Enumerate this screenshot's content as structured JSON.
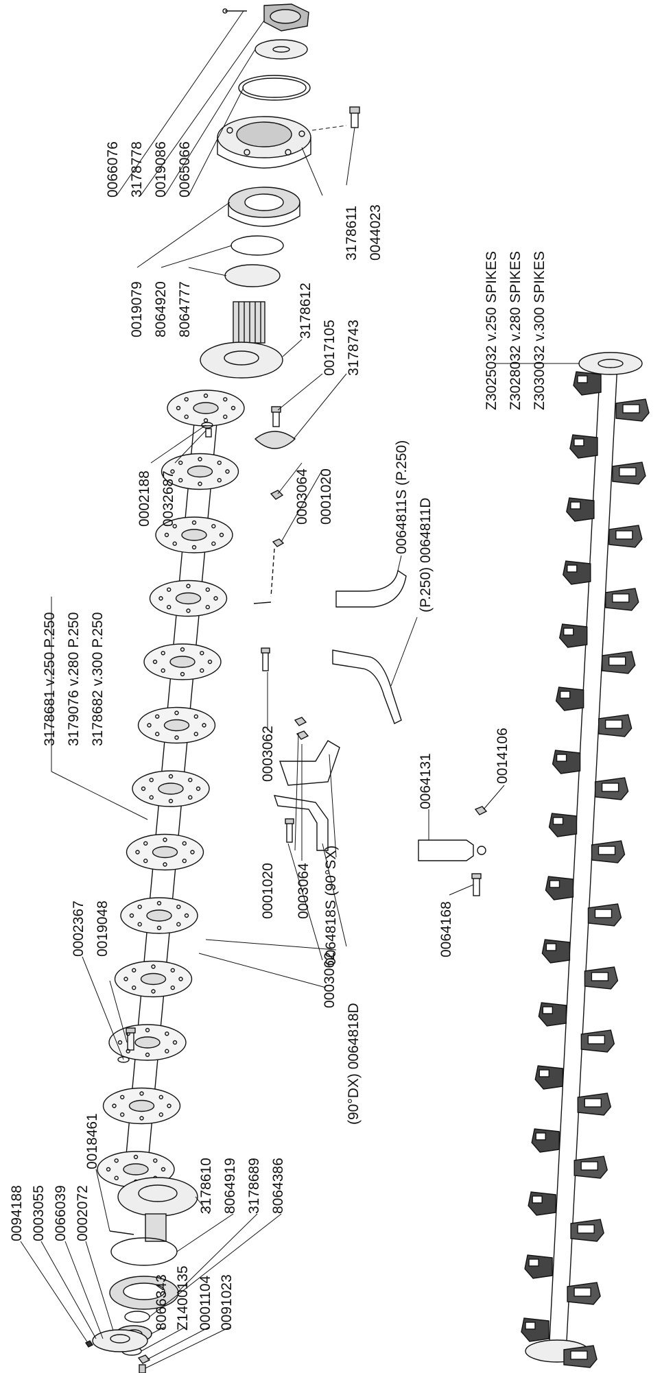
{
  "labels": {
    "l0066076": "0066076",
    "l3178778": "3178778",
    "l0019086": "0019086",
    "l0065066": "0065066",
    "l3178611": "3178611",
    "l0044023": "0044023",
    "l0019079": "0019079",
    "l8064920": "8064920",
    "l8064777": "8064777",
    "l3178612": "3178612",
    "l0017105": "0017105",
    "l3178743": "3178743",
    "l0002188": "0002188",
    "l0032687": "0032687",
    "l0003064a": "0003064",
    "l0001020a": "0001020",
    "l0064811S": "0064811S (P.250)",
    "l0064811D": "(P.250) 0064811D",
    "l3178681": "3178681 v.250 P.250",
    "l3179076": "3179076 v.280 P.250",
    "l3178682": "3178682 v.300 P.250",
    "l0003062a": "0003062",
    "l0064131": "0064131",
    "l0014106": "0014106",
    "l0064168": "0064168",
    "lZ3025032": "Z3025032 v.250 SPIKES",
    "lZ3028032": "Z3028032 v.280 SPIKES",
    "lZ3030032": "Z3030032 v.300 SPIKES",
    "l0001020b": "0001020",
    "l0003064b": "0003064",
    "l0064818S": "0064818S (90°SX)",
    "l0064818D": "(90°DX) 0064818D",
    "l0003062b": "0003062",
    "l0002367": "0002367",
    "l0019048": "0019048",
    "l0018461": "0018461",
    "l3178610": "3178610",
    "l8064919": "8064919",
    "l3178689": "3178689",
    "l8064386": "8064386",
    "l0094188": "0094188",
    "l0003055": "0003055",
    "l0066039": "0066039",
    "l0002072": "0002072",
    "l8066343": "8066343",
    "lZ1400135": "Z1400135",
    "l0001104": "0001104",
    "l0091023": "0091023"
  }
}
